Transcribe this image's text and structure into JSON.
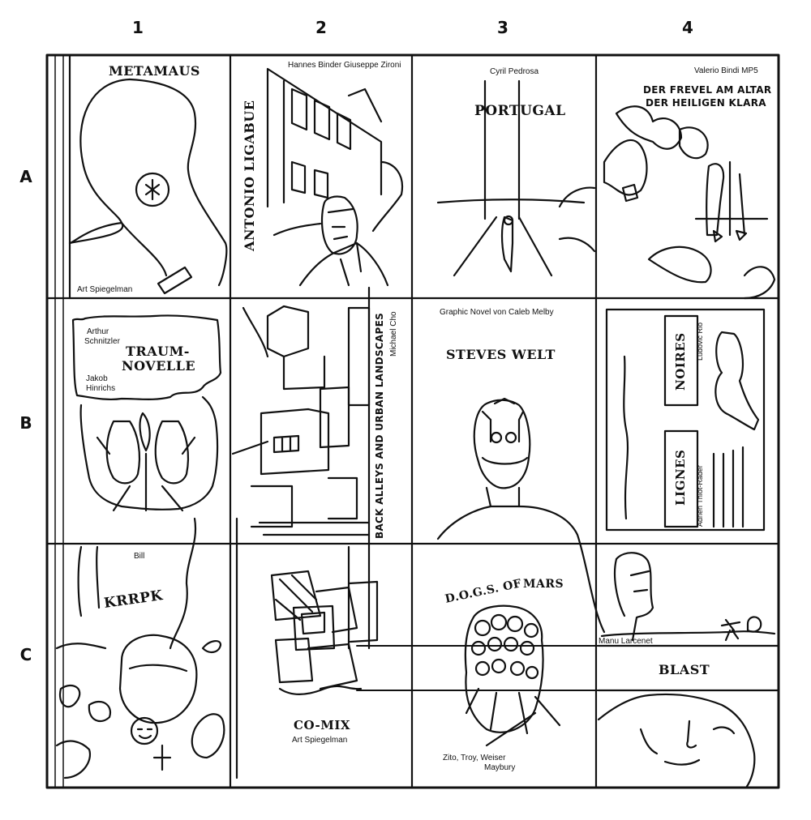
{
  "grid": {
    "columns": [
      "1",
      "2",
      "3",
      "4"
    ],
    "rows": [
      "A",
      "B",
      "C"
    ]
  },
  "covers": {
    "a1": {
      "title": "METAMAUS",
      "author": "Art Spiegelman"
    },
    "a2": {
      "authors": "Hannes Binder   Giuseppe Zironi",
      "title": "ANTONIO LIGABUE"
    },
    "a3": {
      "author": "Cyril Pedrosa",
      "title": "PORTUGAL"
    },
    "a4": {
      "authors": "Valerio Bindi   MP5",
      "title_line1": "DER FREVEL AM ALTAR",
      "title_line2": "DER HEILIGEN KLARA"
    },
    "b1": {
      "author1_line1": "Arthur",
      "author1_line2": "Schnitzler",
      "title_line1": "TRAUM-",
      "title_line2": "NOVELLE",
      "author2_line1": "Jakob",
      "author2_line2": "Hinrichs"
    },
    "b2": {
      "title": "BACK ALLEYS AND URBAN LANDSCAPES",
      "author": "Michael Cho"
    },
    "b3": {
      "subtitle": "Graphic Novel von Caleb Melby",
      "title": "STEVES WELT"
    },
    "b4": {
      "title1": "NOIRES",
      "author1": "Ludovic Rio",
      "title2": "LIGNES",
      "author2": "Adrien Thiot-Rader"
    },
    "c1": {
      "author": "Bill",
      "title": "KRRPK"
    },
    "c2": {
      "title": "CO-MIX",
      "author": "Art Spiegelman"
    },
    "c3": {
      "title_line1": "D.O.G.S. OF",
      "title_line2": "MARS",
      "authors_line1": "Zito, Troy, Weiser",
      "authors_line2": "Maybury"
    },
    "c4": {
      "author": "Manu Larcenet",
      "title": "BLAST"
    }
  }
}
